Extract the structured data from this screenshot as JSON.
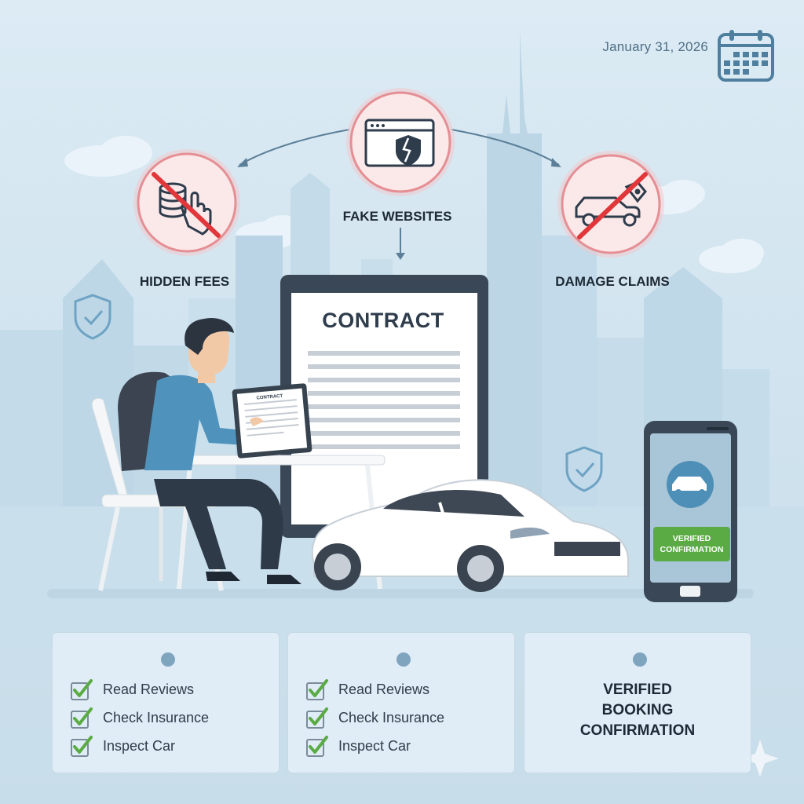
{
  "date": "January 31, 2026",
  "risks": {
    "hidden_fees": "HIDDEN FEES",
    "fake_websites": "FAKE WEBSITES",
    "damage_claims": "DAMAGE CLAIMS"
  },
  "contract": {
    "title": "CONTRACT",
    "tablet_title": "CONTRACT"
  },
  "phone": {
    "badge_line1": "VERIFIED",
    "badge_line2": "CONFIRMATION"
  },
  "cards": [
    {
      "items": [
        "Read Reviews",
        "Check Insurance",
        "Inspect Car"
      ]
    },
    {
      "items": [
        "Read Reviews",
        "Check Insurance",
        "Inspect Car"
      ]
    },
    {
      "lines": [
        "VERIFIED",
        "BOOKING",
        "CONFIRMATION"
      ]
    }
  ],
  "colors": {
    "warning_red": "#e2373a",
    "check_green": "#5bab45",
    "accent_blue": "#4e8fb7",
    "shirt_blue": "#4f93bd"
  },
  "icons": {
    "calendar": "calendar-icon",
    "hidden_fees": "coins-hand-icon",
    "fake_websites": "browser-shield-icon",
    "damage_claims": "car-tag-icon",
    "shield": "shield-check-icon",
    "check": "checkbox-icon"
  }
}
